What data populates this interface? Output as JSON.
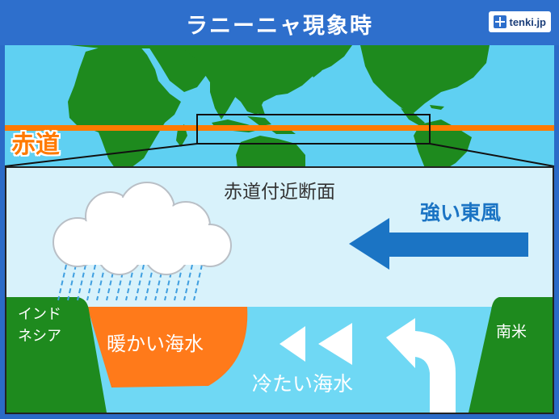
{
  "header": {
    "title": "ラニーニャ現象時",
    "logo_text": "tenki.jp"
  },
  "map": {
    "equator_label": "赤道",
    "colors": {
      "ocean": "#5fd0f2",
      "land": "#1e8a1e",
      "equator": "#ff7a00"
    }
  },
  "cross_section": {
    "title": "赤道付近断面",
    "wind_label": "強い東風",
    "indonesia_label": "インド\nネシア",
    "warm_water_label": "暖かい海水",
    "cold_water_label": "冷たい海水",
    "south_america_label": "南米",
    "colors": {
      "warm_water": "#ff7a1a",
      "cold_water": "#6fd8f4",
      "wind_arrow": "#1b74c4",
      "rain": "#3f9fe0"
    }
  }
}
